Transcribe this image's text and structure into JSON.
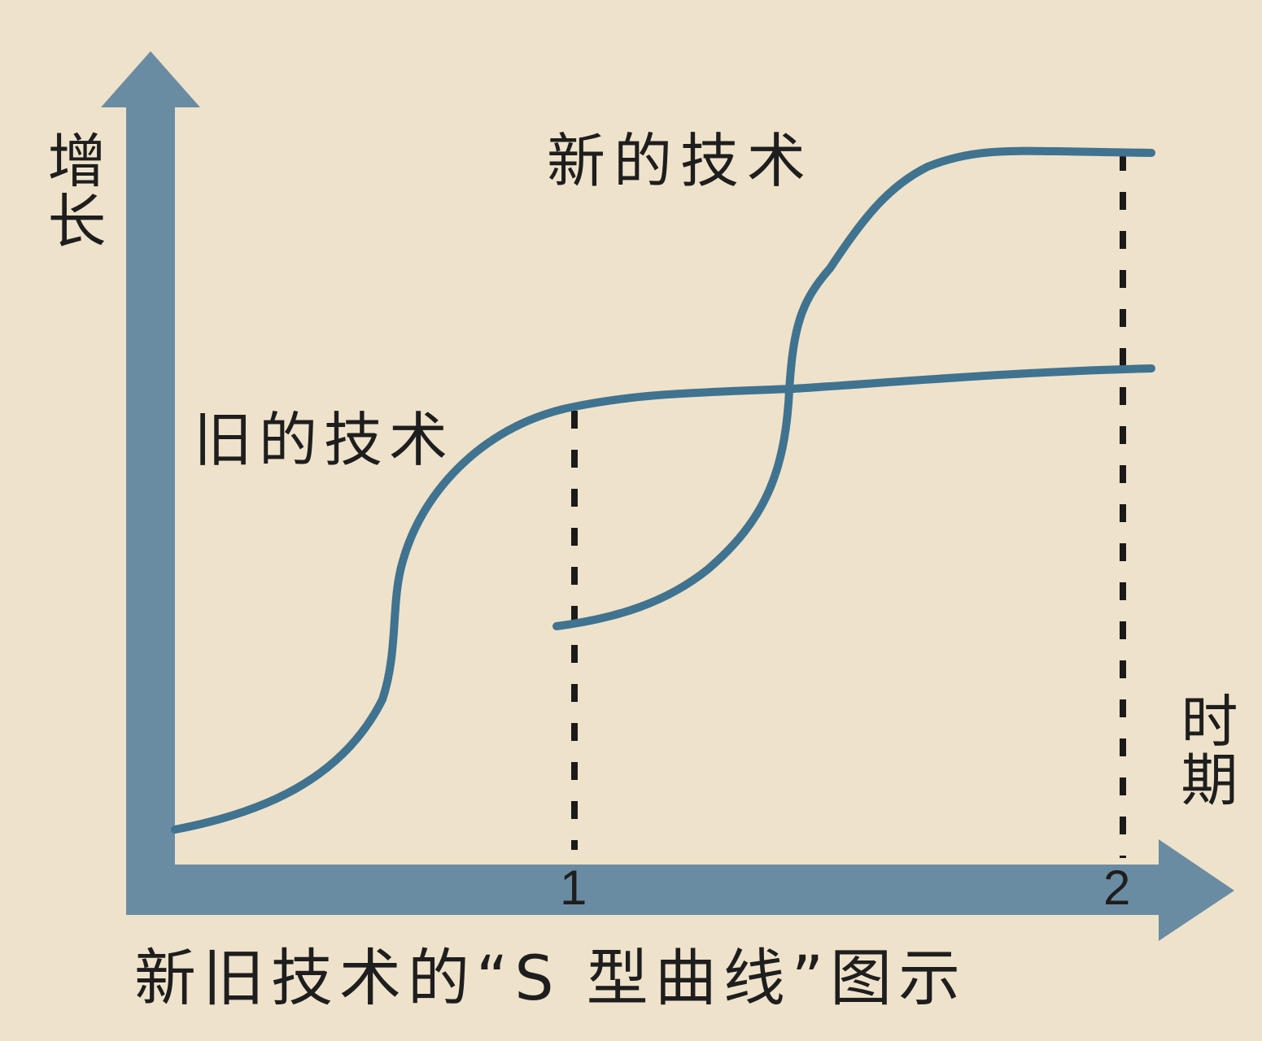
{
  "diagram": {
    "title": "新旧技术的“S 型曲线”图示",
    "y_axis_label": "增长",
    "x_axis_label": "时期",
    "x_ticks": [
      "1",
      "2"
    ],
    "curves": [
      {
        "name": "旧的技术",
        "shape": "S-curve",
        "note": "rises steeply, then flattens after period 1"
      },
      {
        "name": "新的技术",
        "shape": "S-curve",
        "note": "starts at period 1, crosses old curve, plateaus high by period 2"
      }
    ],
    "colors": {
      "background": "#efe2cb",
      "axis": "#6a8ca3",
      "curve": "#3f7390",
      "text": "#1e1e1e",
      "dashed_line": "#1a1a1a"
    }
  },
  "chart_data": {
    "type": "line",
    "title": "新旧技术的“S 型曲线”图示",
    "xlabel": "时期",
    "ylabel": "增长",
    "x_ticks": [
      "1",
      "2"
    ],
    "xlim": [
      0,
      2.05
    ],
    "ylim": [
      0,
      1
    ],
    "grid": false,
    "legend": "inline labels",
    "series": [
      {
        "name": "旧的技术",
        "x": [
          0,
          0.3,
          0.45,
          0.55,
          0.75,
          1.0,
          1.4,
          2.05
        ],
        "y": [
          0.05,
          0.18,
          0.35,
          0.52,
          0.66,
          0.72,
          0.74,
          0.77
        ]
      },
      {
        "name": "新的技术",
        "x": [
          1.0,
          1.2,
          1.35,
          1.42,
          1.5,
          1.7,
          1.9,
          2.05
        ],
        "y": [
          0.37,
          0.42,
          0.55,
          0.74,
          0.84,
          0.99,
          1.0,
          1.0
        ]
      }
    ],
    "annotations": [
      "dashed vertical line at x=1",
      "dashed vertical line at x=2"
    ]
  }
}
